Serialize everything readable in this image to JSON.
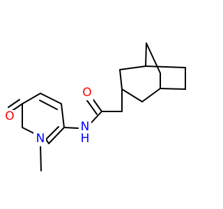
{
  "colors": {
    "background": "#ffffff",
    "bond": "#000000",
    "oxygen": "#ff0000",
    "nitrogen": "#0000ff"
  },
  "atoms": {
    "amide_oxygen": "O",
    "amide_nitrogen": "N",
    "amide_nitrogen_h": "H",
    "ring_oxygen": "O",
    "ring_nitrogen": "N"
  }
}
